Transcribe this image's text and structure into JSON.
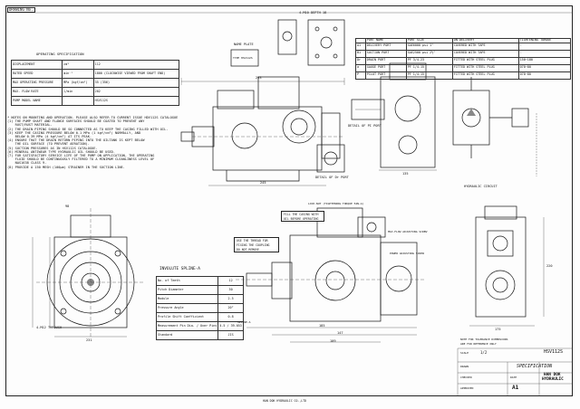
{
  "drawing": {
    "top_code": "DRAWING No.",
    "model": "HSV112S",
    "sheet_title": "SPECIFICATION",
    "company_1": "HAN DOK",
    "company_2": "HYDRAULIC",
    "doc_no": "A1",
    "scale_label": "SCALE",
    "scale_value": "1/2",
    "drawn_label": "DRAWN",
    "checked_label": "CHECKED",
    "approved_label": "APPROVED",
    "date_label": "DATE",
    "footer_note": "HAN DOK HYDRAULIC CO.,LTD"
  },
  "operating_spec": {
    "title": "OPERATING SPECIFICATION",
    "rows": [
      {
        "label": "DISPLACEMENT",
        "unit": "cm³",
        "value": "112"
      },
      {
        "label": "RATED SPEED",
        "unit": "min⁻¹",
        "value": "1800 (CLOCKWISE VIEWED FROM SHAFT END)"
      },
      {
        "label": "MAX OPERATING PRESSURE",
        "unit": "MPa (kgf/cm²)",
        "value": "35 (356)"
      },
      {
        "label": "MAX. FLOW RATE",
        "unit": "l/min",
        "value": "202"
      },
      {
        "label": "PUMP MODEL NAME",
        "unit": "",
        "value": "HSV112S"
      }
    ]
  },
  "ports": {
    "headers": [
      "",
      "PORT NAME",
      "PORT SIZE",
      "ON DELIVERY",
      "TIGHTENING TORQUE"
    ],
    "rows": [
      [
        "A1",
        "DELIVERY PORT",
        "SAE6000 psi 1\"",
        "COVERED WITH TAPE",
        "-"
      ],
      [
        "B1",
        "SUCTION PORT",
        "SAE2500 psi 2½\"",
        "COVERED WITH TAPE",
        "-"
      ],
      [
        "Dr",
        "DRAIN PORT",
        "PF 3/4-23",
        "FITTED WITH STEEL PLUG",
        "150~180"
      ],
      [
        "a",
        "GAUGE PORT",
        "PF 1/4-15",
        "FITTED WITH STEEL PLUG",
        "070~80"
      ],
      [
        "P",
        "PILOT PORT",
        "PF 1/4-15",
        "FITTED WITH STEEL PLUG",
        "070~80"
      ]
    ]
  },
  "notes": {
    "title": "* NOTES ON MOUNTING AND OPERATION. PLEASE ALSO REFER TO CURRENT ISSUE HDV112S CATALOGUE",
    "items": [
      "(1) THE PUMP SHAFT AND FLANGE SURFACES SHOULD BE COATED TO PREVENT ANY",
      "    RUST/RUST MATERIAL.",
      "(2) THE DRAIN PIPING SHOULD BE SO CONNECTED AS TO KEEP THE CASING FILLED WITH OIL.",
      "(3) KEEP THE CASING PRESSURE BELOW 0.1 MPa (1 kgf/cm²) NORMALLY, AND",
      "    BELOW 0.39 MPa (4 kgf/cm²) AT ITS PEAK.",
      "(4) ENSURE THAT THE DRAIN RETURN PIPING INTO THE OILTANK IS KEPT BELOW",
      "    THE OIL SURFACE (TO PREVENT AERATION).",
      "(5) SUCTION PRESSURES AS IN HSV112S CATALOGUE.",
      "(6) MINERAL ANTIWEAR TYPE HYDRAULIC OIL SHOULD BE USED.",
      "(7) FOR SATISFACTORY SERVICE LIFE OF THE PUMP ON APPLICATION, THE OPERATING",
      "    FLUID SHOULD BE CONTINUOUSLY FILTERED TO A MINIMUM CLEANLINESS LEVEL OF",
      "    NAS1638 CLASS 9.",
      "(8) PROVIDE A 150 MESH (100μm) STRAINER IN THE SUCTION LINE."
    ]
  },
  "spline": {
    "title": "INVOLUTE SPLINE-A",
    "rows": [
      {
        "label": "No. of Teeth",
        "value": "12"
      },
      {
        "label": "Pitch Diameter",
        "value": "30"
      },
      {
        "label": "Module",
        "value": "2.5"
      },
      {
        "label": "Pressure Angle",
        "value": "20°"
      },
      {
        "label": "Profile Shift Coefficient",
        "value": "0.8"
      },
      {
        "label": "Measurement Pin Dia. / Over Pins",
        "value": "4.5 / 39.053"
      },
      {
        "label": "Standard",
        "value": "JIS"
      }
    ]
  },
  "labels": {
    "name_plate": "NAME PLATE",
    "type_label": "TYPE HSV112S",
    "pilot_depth": "4-M10 DEPTH 18",
    "detail_p": "DETAIL OF PI PORT",
    "detail_d": "DETAIL OF Dr PORT",
    "circuit": "HYDRAULIC CIRCUIT",
    "fill_note_1": "FILL THE CASING WITH",
    "fill_note_2": "OIL BEFORE OPERATING",
    "thread_note_1": "USE THE THREAD FOR",
    "thread_note_2": "FIXING THE COUPLING",
    "thread_note_3": "DO NOT REMOVE",
    "lock_nut": "LOCK-NUT (TIGHTENING TORQUE 54N·m)",
    "flow_screw": "MAX.FLOW ADJUSTING SCREW",
    "power_screw": "POWER ADJUSTING SCREW",
    "tapped": "4-M12 THROUGH",
    "spline_label": "SPLINE-A",
    "bottom_note_1": "NOTE FOR TOLERANCE DIMENSIONS",
    "bottom_note_2": "ARE FOR REFERENCE ONLY",
    "view_d": "D"
  },
  "dims": {
    "d293": "293",
    "d205": "205",
    "d135": "135",
    "d245": "245",
    "d185": "185",
    "d147": "147",
    "d109": "109",
    "d23": "23",
    "d231": "231",
    "d112": "112",
    "d150": "150",
    "d175": "175",
    "d220": "220",
    "d285": "285",
    "d54": "54",
    "d98": "98"
  }
}
